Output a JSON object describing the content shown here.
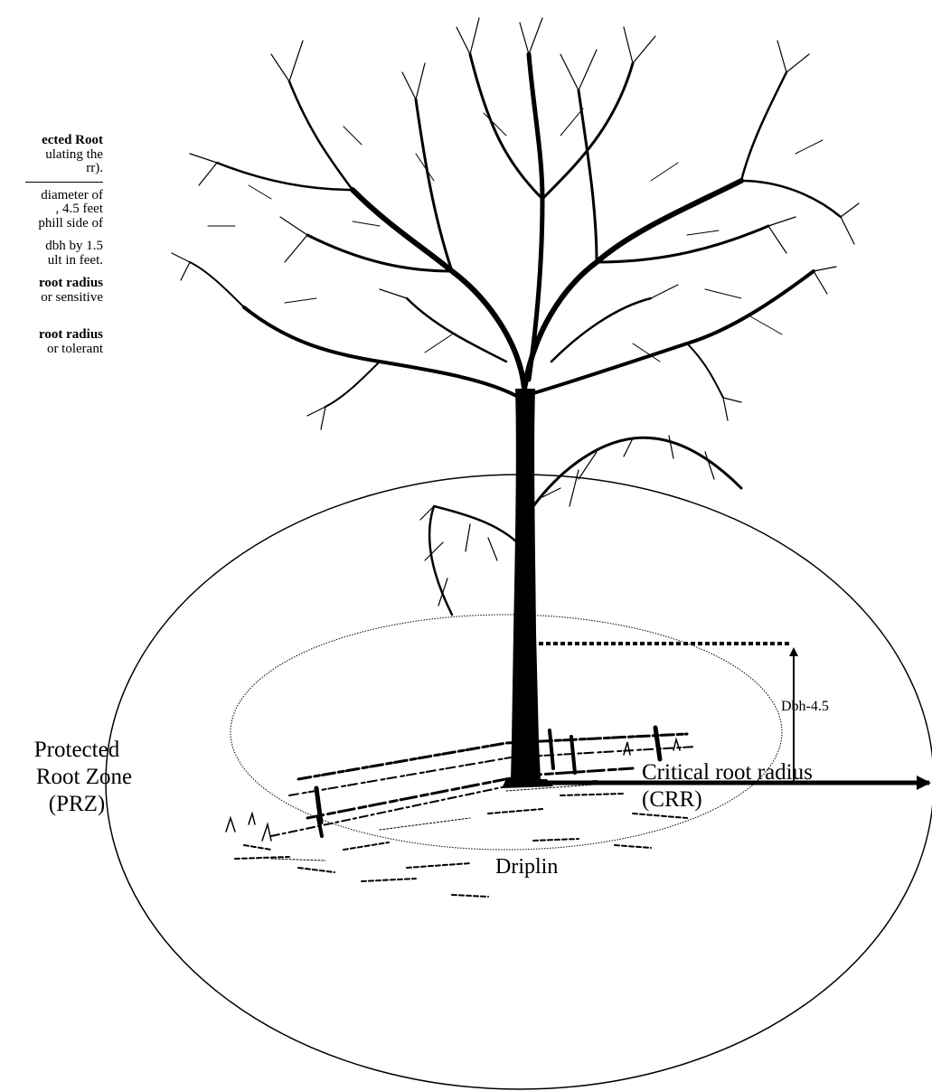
{
  "sidebar_text": {
    "line_1": "ected Root",
    "line_2": "ulating  the",
    "line_3": "rr).",
    "line_4": "diameter of",
    "line_5": ",  4.5  feet",
    "line_6": "phill side of",
    "line_7": "dbh  by  1.5",
    "line_8": "ult in feet.",
    "line_9": "root  radius",
    "line_10": "or  sensitive",
    "line_11": "root  radius",
    "line_12": "or  tolerant"
  },
  "labels": {
    "prz": "Protected\nRoot Zone\n(PRZ)",
    "prz_line1": "Protected",
    "prz_line2": "Root Zone",
    "prz_line3": "(PRZ)",
    "crr_line1": "Critical root radius",
    "crr_line2": "(CRR)",
    "dbh": "Dbh-4.5",
    "dripline": "Driplin"
  },
  "colors": {
    "ink": "#000000",
    "background": "#ffffff"
  }
}
